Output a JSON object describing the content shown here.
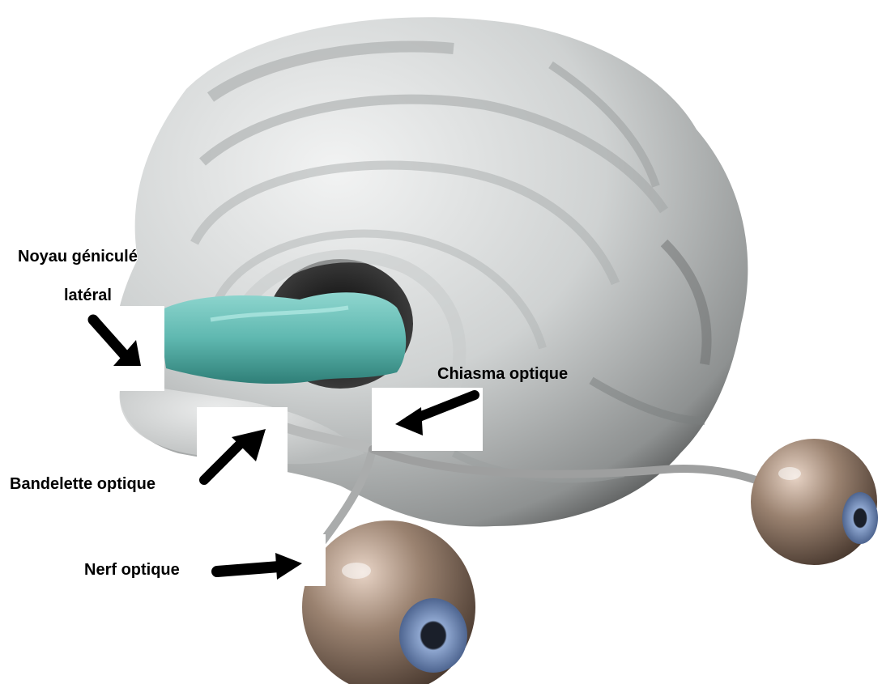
{
  "labels": {
    "lgn_line1": "Noyau géniculé",
    "lgn_line2": "latéral",
    "chiasm": "Chiasma optique",
    "tract": "Bandelette optique",
    "nerve": "Nerf optique"
  },
  "colors": {
    "brain": "#d4d6d6",
    "lgn": "#5fb8b0",
    "eyeball": "#8a7462",
    "iris": "#6f88b5",
    "arrow": "#000000",
    "text": "#000000"
  }
}
